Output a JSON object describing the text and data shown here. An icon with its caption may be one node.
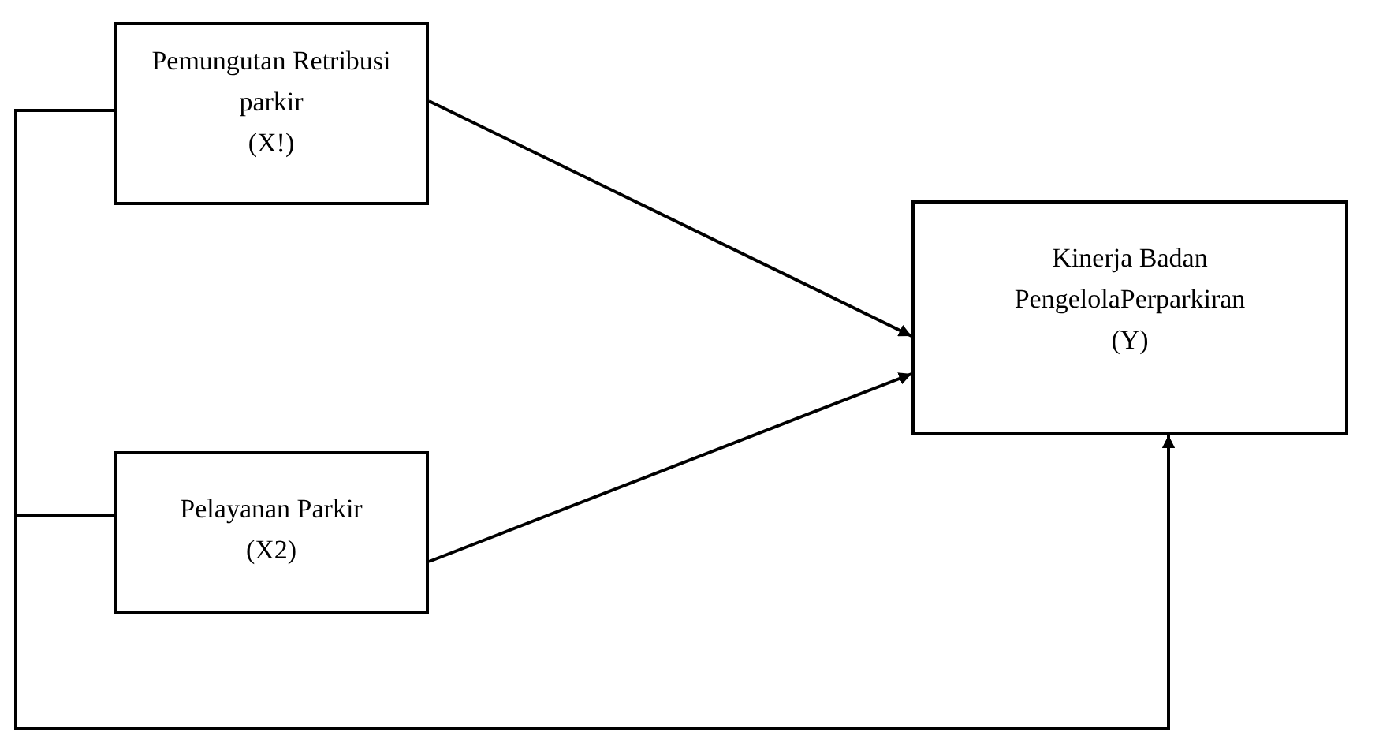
{
  "diagram": {
    "nodes": [
      {
        "text": [
          "Pemungutan Retribusi parkir",
          "(X!)"
        ]
      },
      {
        "text": [
          "Pelayanan Parkir",
          "(X2)"
        ]
      },
      {
        "text": [
          "Kinerja Badan PengelolaPerparkiran",
          "(Y)"
        ]
      }
    ],
    "edges": [
      {
        "from": 0,
        "to": 2,
        "arrow": "to"
      },
      {
        "from": 1,
        "to": 2,
        "arrow": "to"
      },
      {
        "from": 0,
        "to": 2,
        "arrow": "to"
      },
      {
        "from": 1,
        "to": 2,
        "arrow": "to"
      }
    ]
  }
}
